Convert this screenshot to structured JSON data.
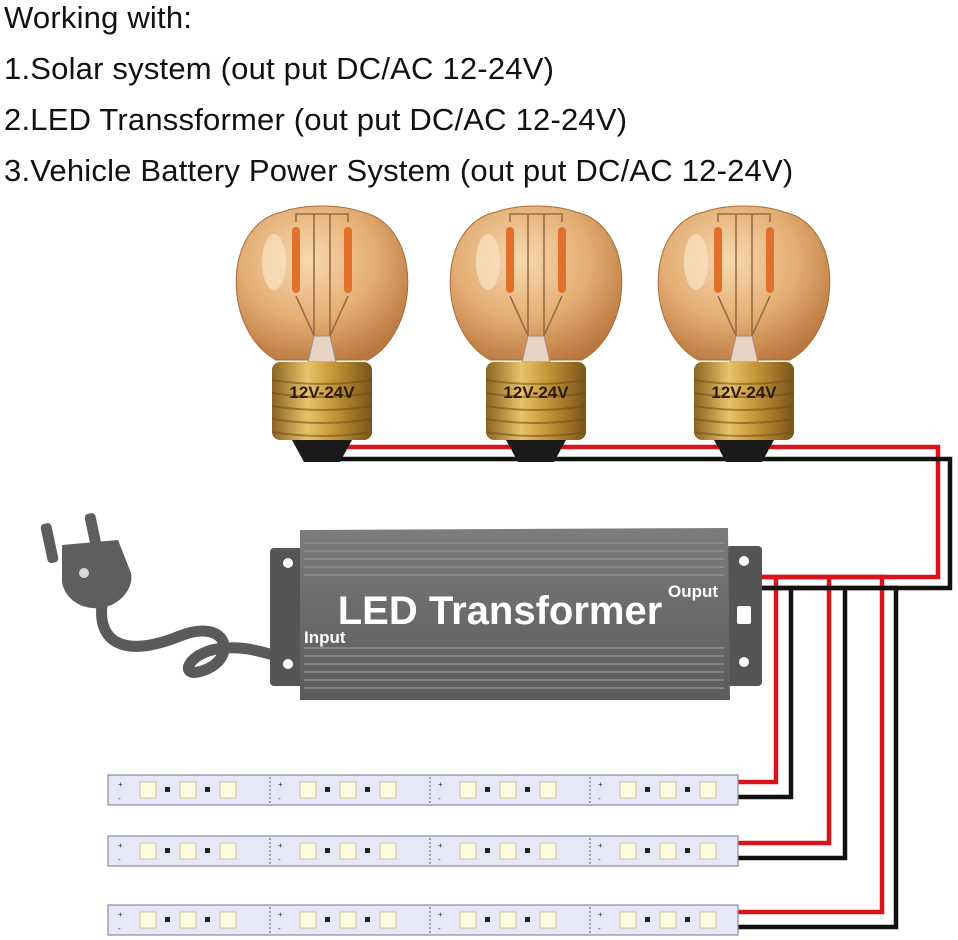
{
  "intro": {
    "heading": "Working with:",
    "items": [
      "1.Solar system (out put DC/AC 12-24V)",
      "2.LED Transsformer (out put DC/AC 12-24V)",
      "3.Vehicle Battery Power System (out put DC/AC 12-24V)"
    ]
  },
  "bulbs": {
    "count": 3,
    "label": "12V-24V"
  },
  "transformer": {
    "title": "LED Transformer",
    "input_label": "Input",
    "output_label": "Ouput"
  },
  "led_strips": {
    "count": 3
  },
  "colors": {
    "positive_wire": "#d8141a",
    "negative_wire": "#111111",
    "transformer_body": "#6b6b6b",
    "plug_cable": "#5a5a5a",
    "bulb_glass": "#e9b983",
    "filament": "#e0702a",
    "bulb_base": "#c79a3e",
    "strip_pcb": "#e6e8f8",
    "led_chip": "#fffde0"
  }
}
